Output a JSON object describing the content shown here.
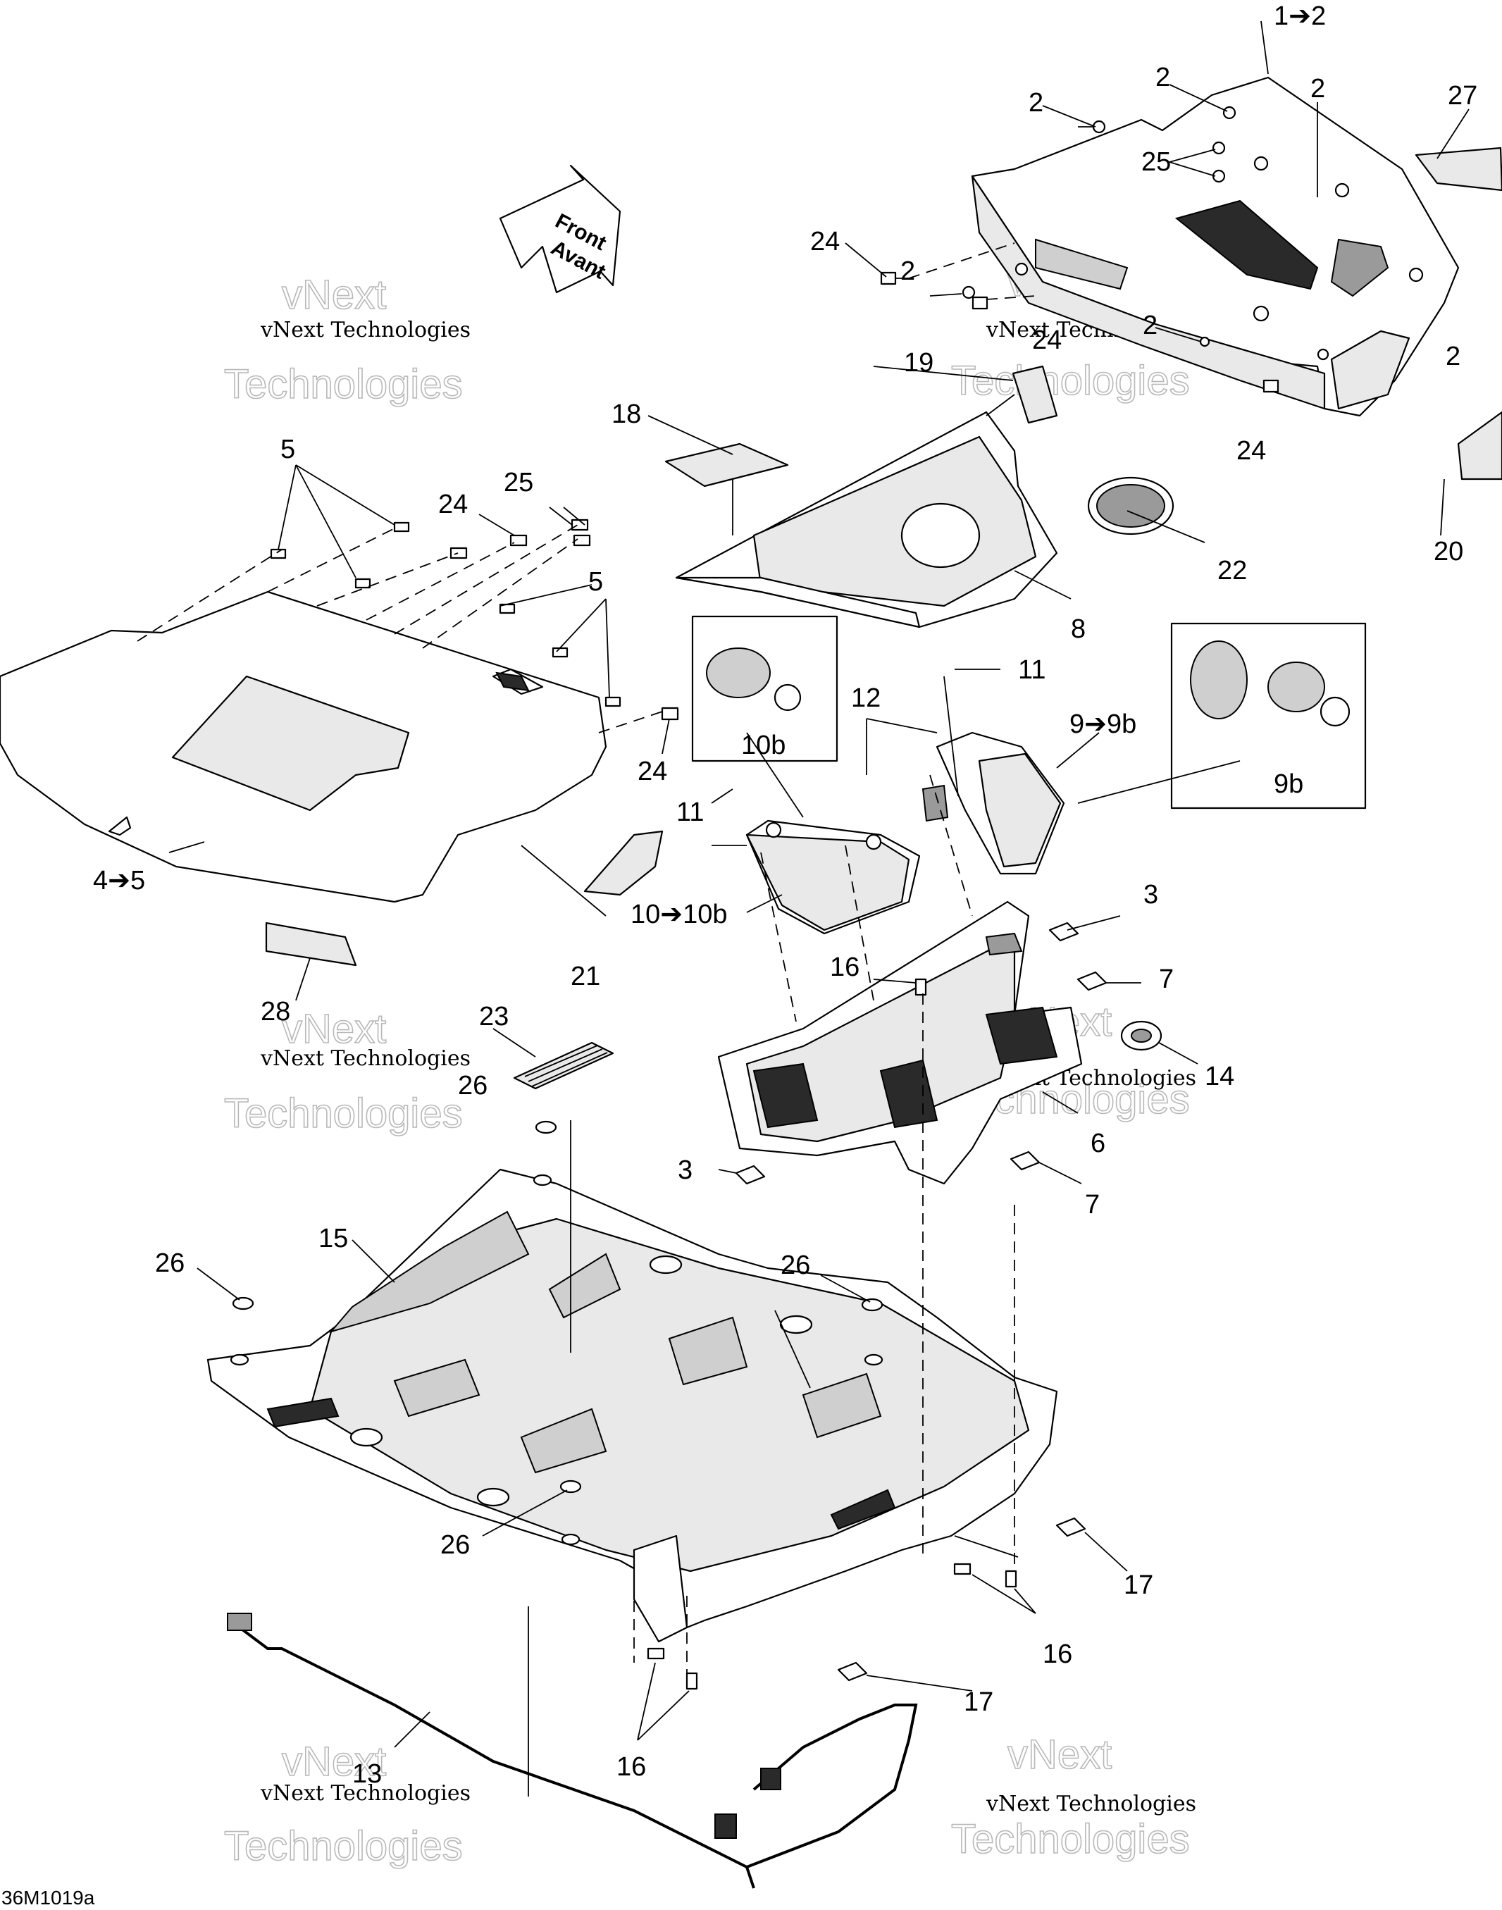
{
  "diagram": {
    "reference_code": "36M1019a",
    "direction_arrow": {
      "line1": "Front",
      "line2": "Avant"
    },
    "watermark_text": "vNext Technologies",
    "watermark_big_line1": "vNext",
    "watermark_big_line2": "Technologies",
    "callouts": [
      {
        "id": "c1",
        "label": "1➔2"
      },
      {
        "id": "c2a",
        "label": "2"
      },
      {
        "id": "c2b",
        "label": "2"
      },
      {
        "id": "c2c",
        "label": "2"
      },
      {
        "id": "c2d",
        "label": "2"
      },
      {
        "id": "c2e",
        "label": "2"
      },
      {
        "id": "c2f",
        "label": "2"
      },
      {
        "id": "c27",
        "label": "27"
      },
      {
        "id": "c25a",
        "label": "25"
      },
      {
        "id": "c24a",
        "label": "24"
      },
      {
        "id": "c24b",
        "label": "24"
      },
      {
        "id": "c24c",
        "label": "24"
      },
      {
        "id": "c19",
        "label": "19"
      },
      {
        "id": "c18",
        "label": "18"
      },
      {
        "id": "c20",
        "label": "20"
      },
      {
        "id": "c22",
        "label": "22"
      },
      {
        "id": "c8",
        "label": "8"
      },
      {
        "id": "c5a",
        "label": "5"
      },
      {
        "id": "c24d",
        "label": "24"
      },
      {
        "id": "c25b",
        "label": "25"
      },
      {
        "id": "c5b",
        "label": "5"
      },
      {
        "id": "c24e",
        "label": "24"
      },
      {
        "id": "c11a",
        "label": "11"
      },
      {
        "id": "c12",
        "label": "12"
      },
      {
        "id": "c9",
        "label": "9➔9b"
      },
      {
        "id": "c10b",
        "label": "10b"
      },
      {
        "id": "c9b",
        "label": "9b"
      },
      {
        "id": "c11b",
        "label": "11"
      },
      {
        "id": "c4",
        "label": "4➔5"
      },
      {
        "id": "c10",
        "label": "10➔10b"
      },
      {
        "id": "c21",
        "label": "21"
      },
      {
        "id": "c28",
        "label": "28"
      },
      {
        "id": "c3a",
        "label": "3"
      },
      {
        "id": "c16a",
        "label": "16"
      },
      {
        "id": "c7a",
        "label": "7"
      },
      {
        "id": "c23",
        "label": "23"
      },
      {
        "id": "c14",
        "label": "14"
      },
      {
        "id": "c26a",
        "label": "26"
      },
      {
        "id": "c6",
        "label": "6"
      },
      {
        "id": "c3b",
        "label": "3"
      },
      {
        "id": "c7b",
        "label": "7"
      },
      {
        "id": "c15",
        "label": "15"
      },
      {
        "id": "c26b",
        "label": "26"
      },
      {
        "id": "c26c",
        "label": "26"
      },
      {
        "id": "c26d",
        "label": "26"
      },
      {
        "id": "c17a",
        "label": "17"
      },
      {
        "id": "c16b",
        "label": "16"
      },
      {
        "id": "c17b",
        "label": "17"
      },
      {
        "id": "c16c",
        "label": "16"
      },
      {
        "id": "c13",
        "label": "13"
      }
    ]
  }
}
